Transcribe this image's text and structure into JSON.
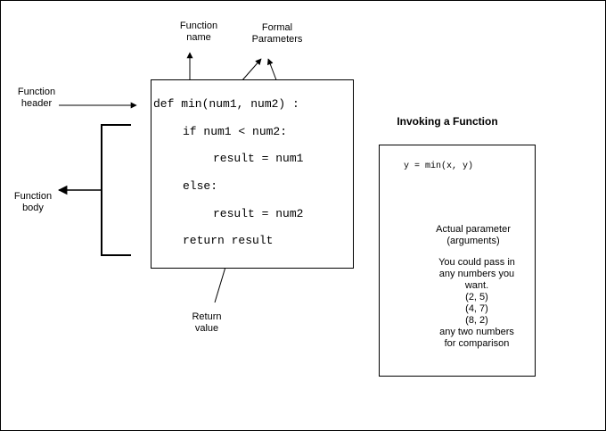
{
  "labels": {
    "function_name": "Function\nname",
    "formal_parameters": "Formal\nParameters",
    "function_header": "Function\nheader",
    "function_body": "Function\nbody",
    "return_value": "Return\nvalue",
    "actual_parameter": "Actual parameter\n(arguments)"
  },
  "code_lines": [
    "def min(num1, num2) :",
    "if num1 < num2:",
    "result = num1",
    "else:",
    "result = num2",
    "return result"
  ],
  "invoking": {
    "title": "Invoking a Function",
    "call": "y = min(x, y)",
    "notes": [
      "You could pass in",
      "any numbers you",
      "want.",
      "(2, 5)",
      "(4, 7)",
      "(8, 2)",
      "any two numbers",
      "for comparison"
    ]
  }
}
